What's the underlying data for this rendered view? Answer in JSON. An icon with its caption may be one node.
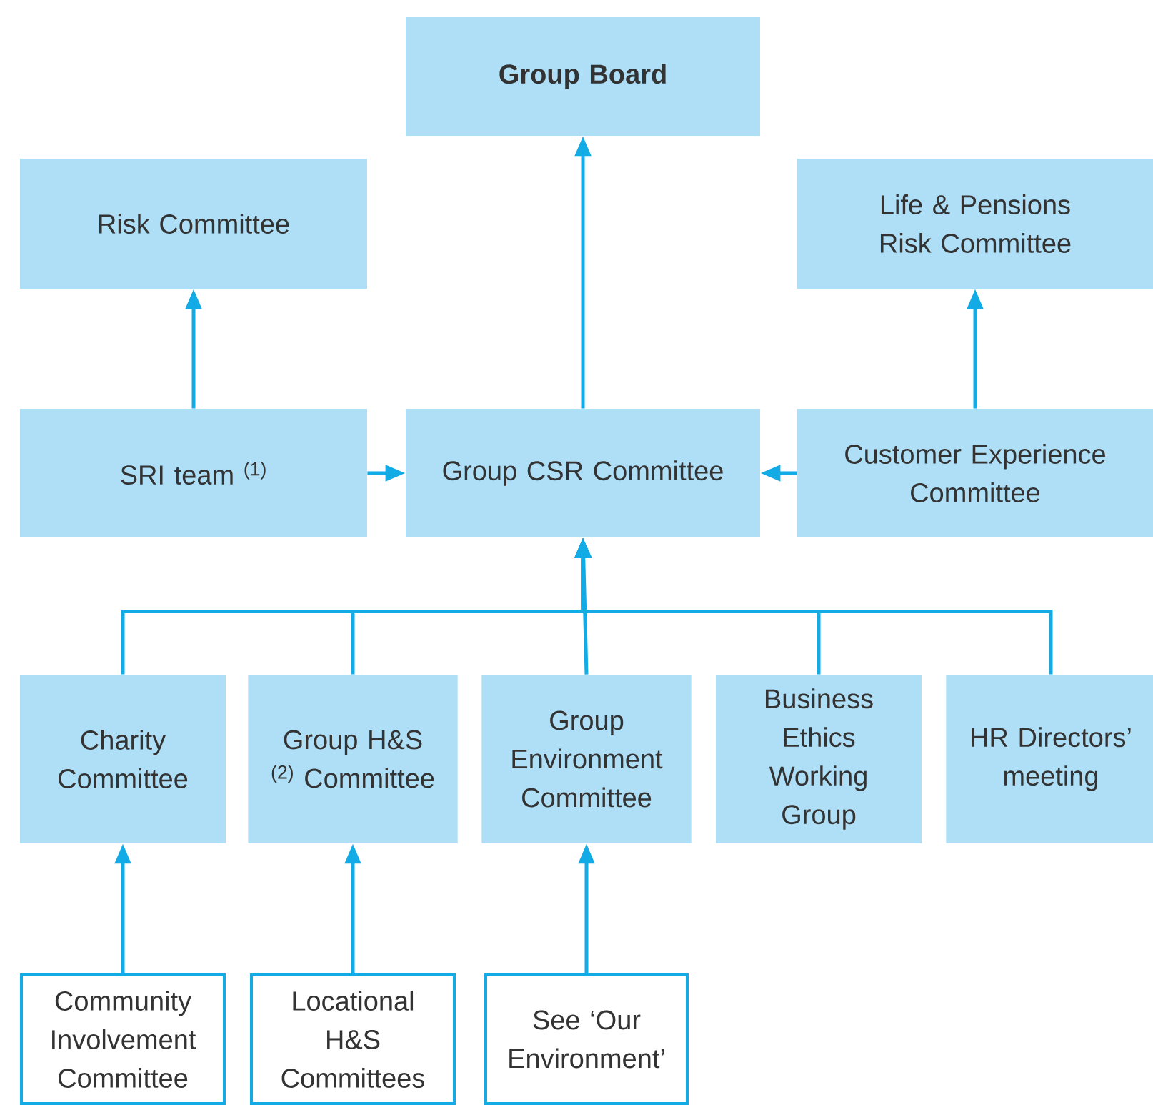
{
  "diagram": {
    "nodes": [
      {
        "text": [
          "Group Board"
        ]
      },
      {
        "text": [
          "Risk Committee"
        ]
      },
      {
        "text": [
          "Life & Pensions Risk Committee"
        ]
      },
      {
        "text": [
          "SRI team $^{(1)}$"
        ]
      },
      {
        "text": [
          "Group CSR Committee"
        ]
      },
      {
        "text": [
          "Customer Experience Committee"
        ]
      },
      {
        "text": [
          "Charity Committee"
        ]
      },
      {
        "text": [
          "Group H&S $^{(2)}$ Committee"
        ]
      },
      {
        "text": [
          "Group Environment Committee"
        ]
      },
      {
        "text": [
          "Business Ethics Working Group"
        ]
      },
      {
        "text": [
          "HR Directors’ meeting"
        ]
      },
      {
        "text": [
          "Community Involvement Committee"
        ]
      },
      {
        "text": [
          "Locational H&S Committees"
        ]
      },
      {
        "text": [
          "See ‘Our Environment’"
        ]
      }
    ],
    "edges": [
      {
        "from": 4,
        "to": 0,
        "arrow": "to"
      },
      {
        "from": 3,
        "to": 1,
        "arrow": "to"
      },
      {
        "from": 5,
        "to": 2,
        "arrow": "to"
      },
      {
        "from": 3,
        "to": 4,
        "arrow": "to"
      },
      {
        "from": 5,
        "to": 4,
        "arrow": "to"
      },
      {
        "from": 6,
        "to": 4,
        "arrow": "to"
      },
      {
        "from": 7,
        "to": 4,
        "arrow": "to"
      },
      {
        "from": 8,
        "to": 4,
        "arrow": "to"
      },
      {
        "from": 9,
        "to": 4,
        "arrow": "to"
      },
      {
        "from": 10,
        "to": 4,
        "arrow": "to"
      },
      {
        "from": 11,
        "to": 6,
        "arrow": "to"
      },
      {
        "from": 12,
        "to": 7,
        "arrow": "to"
      },
      {
        "from": 13,
        "to": 8,
        "arrow": "to"
      }
    ]
  }
}
